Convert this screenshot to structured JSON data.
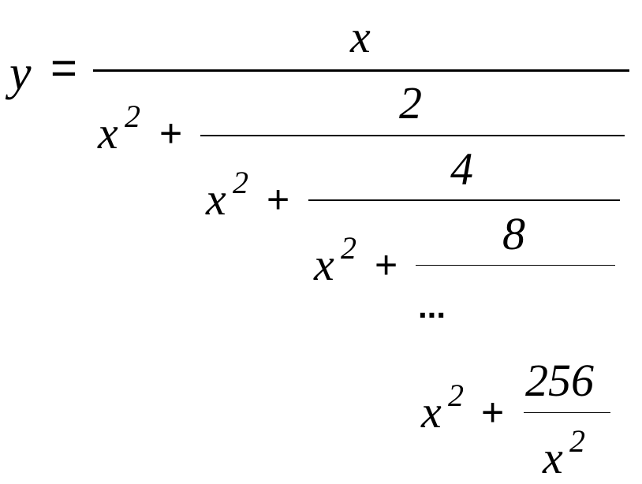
{
  "formula": {
    "lhs": "y",
    "equals": "=",
    "numerator": "x",
    "variable": "x",
    "exponent": "2",
    "plus": "+",
    "numerators": [
      "2",
      "4",
      "8"
    ],
    "ellipsis": "...",
    "last_numerator": "256",
    "last_denominator_base": "x",
    "last_denominator_exponent": "2"
  }
}
